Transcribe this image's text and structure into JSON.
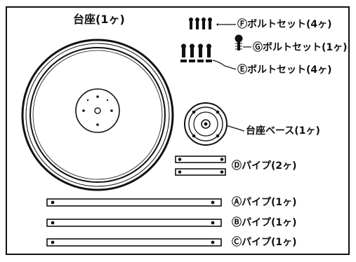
{
  "labels": {
    "base_title": "台座(1ヶ)",
    "bolt_f_top": "Ⓕボルトセット(4ヶ)",
    "bolt_g": "Ⓖボルトセット(1ヶ)",
    "bolt_f_bottom": "Ⓔボルトセット(4ヶ)",
    "base_plate": "台座ベース(1ヶ)",
    "pipe_d": "Ⓓパイプ(2ヶ)",
    "pipe_a": "Ⓐパイプ(1ヶ)",
    "pipe_b": "Ⓑパイプ(1ヶ)",
    "pipe_c": "Ⓒパイプ(1ヶ)"
  },
  "colors": {
    "ink": "#111111",
    "paper": "#ffffff"
  }
}
